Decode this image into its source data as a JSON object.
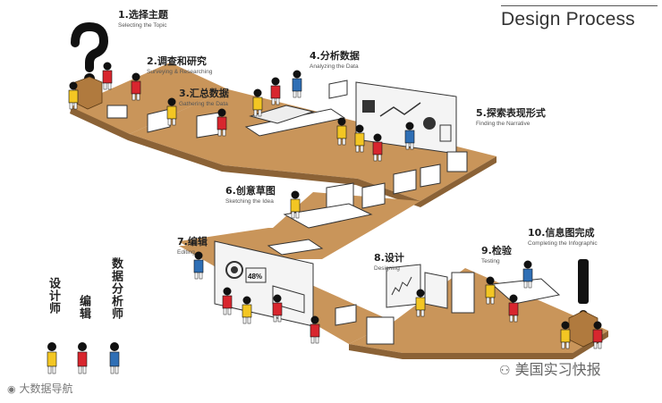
{
  "header": {
    "title": "Design Process"
  },
  "steps": [
    {
      "cn": "1.选择主题",
      "en": "Selecting the Topic"
    },
    {
      "cn": "2.调查和研究",
      "en": "Surveying & Researching"
    },
    {
      "cn": "3.汇总数据",
      "en": "Gathering the Data"
    },
    {
      "cn": "4.分析数据",
      "en": "Analyzing the Data"
    },
    {
      "cn": "5.探索表现形式",
      "en": "Finding the Narrative"
    },
    {
      "cn": "6.创意草图",
      "en": "Sketching the Idea"
    },
    {
      "cn": "7.编辑",
      "en": "Editing"
    },
    {
      "cn": "8.设计",
      "en": "Designing"
    },
    {
      "cn": "9.检验",
      "en": "Testing"
    },
    {
      "cn": "10.信息图完成",
      "en": "Completing the Infographic"
    }
  ],
  "legend": [
    {
      "label": "设计师",
      "color": "#f3c623"
    },
    {
      "label": "编辑",
      "color": "#d8262e"
    },
    {
      "label": "数据分析师",
      "color": "#2f6fb5"
    }
  ],
  "screen_text": {
    "percent": "48%"
  },
  "watermarks": {
    "left": "大数据导航",
    "right": "美国实习快报"
  },
  "colors": {
    "floor": "#c9955a",
    "floor_side": "#8b6236",
    "designer": "#f3c623",
    "editor": "#d8262e",
    "analyst": "#2f6fb5"
  }
}
